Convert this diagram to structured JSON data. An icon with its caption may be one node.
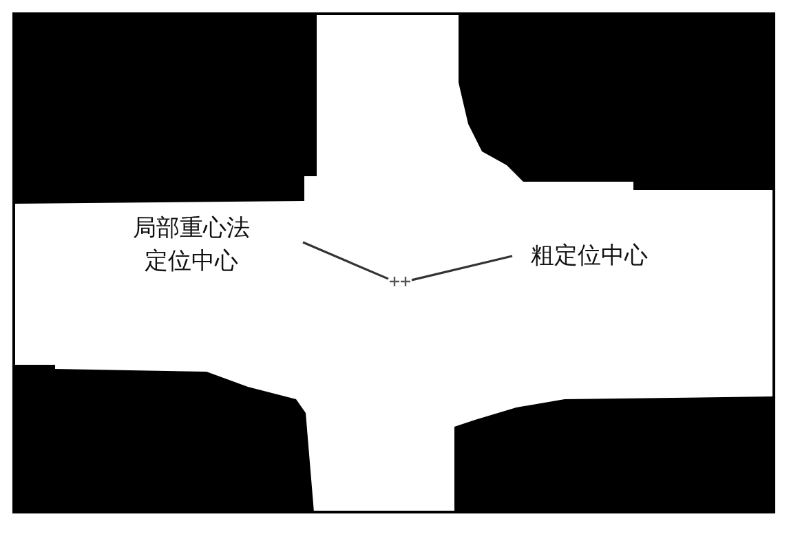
{
  "diagram": {
    "nodes": [
      {
        "text": [
          "局部重心法定位中心"
        ]
      },
      {
        "text": [
          "粗定位中心"
        ]
      },
      {
        "text": [],
        "shape": "cross"
      },
      {
        "text": [],
        "shape": "cross"
      }
    ],
    "edges": [
      {
        "from": 0,
        "to": 2,
        "arrow": "none"
      },
      {
        "from": 1,
        "to": 3,
        "arrow": "none"
      }
    ]
  }
}
